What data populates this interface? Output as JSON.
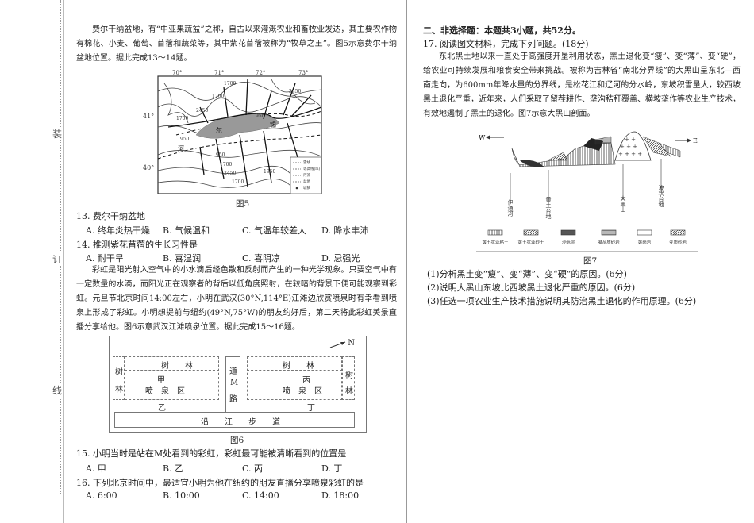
{
  "margin": {
    "chars": [
      "装",
      "订",
      "线"
    ]
  },
  "left": {
    "intro1": "费尔干纳盆地，有“中亚果蔬盆”之称，自古以来灌溉农业和畜牧业发达，其主要农作物有棉花、小麦、葡萄、苜蓿和蔬菜等，其中紫花苜蓿被称为“牧草之王”。图5示意费尔干纳盆地位置。据此完成13～14题。",
    "fig5": {
      "caption": "图5",
      "lon": [
        "70°",
        "71°",
        "72°",
        "73°"
      ],
      "lat": [
        "41°",
        "40°"
      ],
      "contours": [
        "1700",
        "1700",
        "2450",
        "1700",
        "950",
        "950",
        "950",
        "1700",
        "2450",
        "1700",
        "1950",
        "2450"
      ],
      "river_chars": [
        "锡",
        "尔",
        "河"
      ],
      "legend": [
        "雪线",
        "等高线(m)",
        "河流",
        "盆地",
        "城镇"
      ]
    },
    "q13": {
      "stem": "13. 费尔干纳盆地",
      "options": [
        "A. 终年炎热干燥",
        "B. 气候温和",
        "C. 气温年较差大",
        "D. 降水丰沛"
      ]
    },
    "q14": {
      "stem": "14. 推测紫花苜蓿的生长习性是",
      "options": [
        "A. 耐干旱",
        "B. 喜湿润",
        "C. 喜阴凉",
        "D. 忌强光"
      ]
    },
    "intro2": "彩虹是阳光射入空气中的小水滴后经色散和反射而产生的一种光学现象。只要空气中有一定数量的水滴，而阳光正在观察者的背后以低角度照射，在较暗的背景下便可能观察到彩虹。元旦节北京时间14:00左右，小明在武汉(30°N,114°E)江滩边欣赏喷泉时有幸看到喷泉上形成了彩虹。小明想提前与纽约(49°N,75°W)的朋友约好后，第二天将此彩虹美景直播分享给他。图6示意武汉江滩喷泉位置。据此完成15～16题。",
    "fig6": {
      "caption": "图6",
      "north": "N",
      "forest": "树　　林",
      "forest_v": [
        "树",
        "林"
      ],
      "jia": "甲",
      "bing": "丙",
      "fountain": "喷　泉　区",
      "yi": "乙",
      "ding": "丁",
      "road": [
        "道",
        "M",
        "路"
      ],
      "walk": "沿　　江　　步　　道"
    },
    "q15": {
      "stem": "15. 小明当时是站在M处看到的彩虹，彩虹最可能被清晰看到的位置是",
      "options": [
        "A. 甲",
        "B. 乙",
        "C. 丙",
        "D. 丁"
      ]
    },
    "q16": {
      "stem": "16. 下列北京时间中，最适宜小明为他在纽约的朋友直播分享喷泉彩虹的是",
      "options": [
        "A. 6:00",
        "B. 10:00",
        "C. 14:00",
        "D. 18:00"
      ]
    }
  },
  "right": {
    "section": "二、非选择题：本题共3小题，共52分。",
    "q17": "17. 阅读图文材料，完成下列问题。(18分)",
    "intro": "东北黑土地以来一直处于高强度开垦利用状态，黑土退化变“瘦”、变“薄”、变“硬”，给农业可持续发展和粮食安全带来挑战。被称为吉林省“南北分界线”的大黑山呈东北—西南走向，为600mm年降水量的分界线，是松花江和辽河的分水岭，东坡积雪量大，较西坡黑土退化严重，近年来，人们采取了留茬耕作、垄沟秸秆覆盖、横坡垄作等农业生产技术，有效地遏制了黑土的退化。图7示意大黑山剖面。",
    "fig7": {
      "caption": "图7",
      "west": "W",
      "east": "E",
      "labels": [
        "伊通河",
        "黄土台地",
        "大黑山",
        "波状台地"
      ],
      "legend": [
        "黄土状亚粘土",
        "黄土状亚砂土",
        "沙砾层",
        "凝灰质砂岩",
        "黄岗岩",
        "变质砂岩"
      ]
    },
    "subs": [
      "(1)分析黑土变“瘦”、变“薄”、变“硬”的原因。(6分)",
      "(2)说明大黑山东坡比西坡黑土退化严重的原因。(6分)",
      "(3)任选一项农业生产技术措施说明其防治黑土退化的作用原理。(6分)"
    ]
  }
}
